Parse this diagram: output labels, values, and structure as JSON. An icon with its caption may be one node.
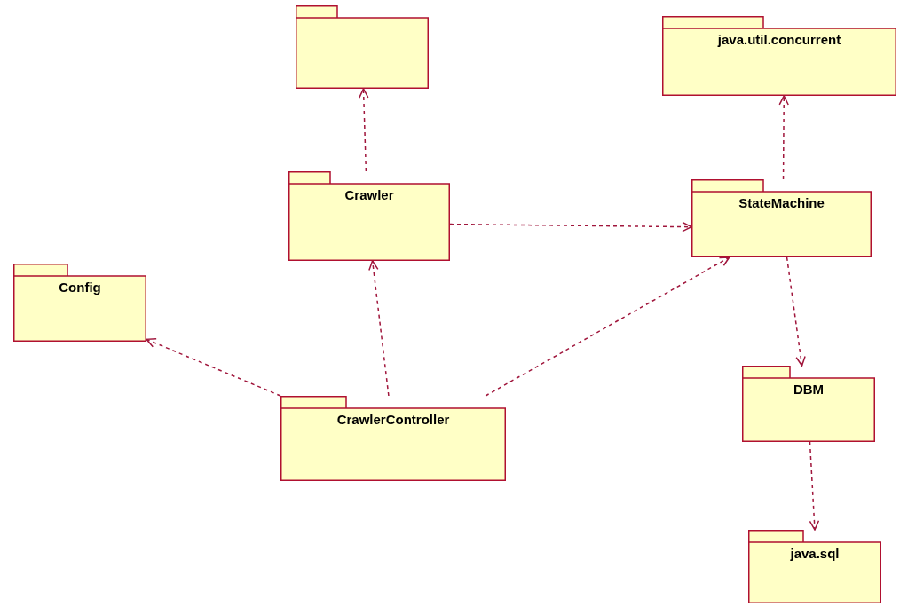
{
  "diagram": {
    "nodes": [
      {
        "text": [],
        "shape": "folder"
      },
      {
        "text": [
          "java.util.concurrent"
        ]
      },
      {
        "text": [
          "Crawler"
        ]
      },
      {
        "text": [
          "StateMachine"
        ]
      },
      {
        "text": [
          "Config"
        ]
      },
      {
        "text": [
          "DBM"
        ]
      },
      {
        "text": [
          "CrawlerController"
        ]
      },
      {
        "text": [
          "java.sql"
        ]
      }
    ],
    "edges": [
      {
        "from": 2,
        "to": 0,
        "arrow": "to",
        "style": "dashed"
      },
      {
        "from": 3,
        "to": 1,
        "arrow": "to",
        "style": "dashed"
      },
      {
        "from": 2,
        "to": 3,
        "arrow": "to",
        "style": "dashed"
      },
      {
        "from": 6,
        "to": 4,
        "arrow": "to",
        "style": "dashed"
      },
      {
        "from": 6,
        "to": 2,
        "arrow": "to",
        "style": "dashed"
      },
      {
        "from": 6,
        "to": 3,
        "arrow": "to",
        "style": "dashed"
      },
      {
        "from": 3,
        "to": 5,
        "arrow": "to",
        "style": "dashed"
      },
      {
        "from": 5,
        "to": 7,
        "arrow": "to",
        "style": "dashed"
      }
    ]
  }
}
